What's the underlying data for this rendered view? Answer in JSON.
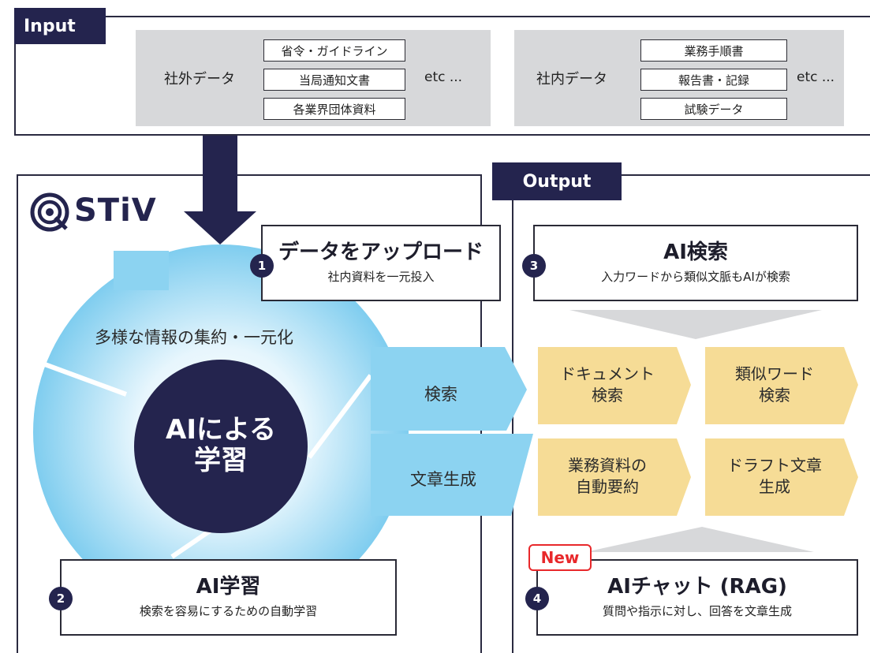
{
  "input": {
    "tab": "Input",
    "external": {
      "label": "社外データ",
      "items": [
        "省令・ガイドライン",
        "当局通知文書",
        "各業界団体資料"
      ],
      "etc": "etc ..."
    },
    "internal": {
      "label": "社内データ",
      "items": [
        "業務手順書",
        "報告書・記録",
        "試験データ"
      ],
      "etc": "etc ..."
    }
  },
  "stiv": {
    "logo_text": "STiV",
    "ring_label": "多様な情報の集約・一元化",
    "center_line1": "AIによる",
    "center_line2": "学習",
    "arrow_search": "検索",
    "arrow_generate": "文章生成"
  },
  "steps": [
    {
      "num": "1",
      "title": "データをアップロード",
      "sub": "社内資料を一元投入"
    },
    {
      "num": "2",
      "title": "AI学習",
      "sub": "検索を容易にするための自動学習"
    },
    {
      "num": "3",
      "title": "AI検索",
      "sub": "入力ワードから類似文脈もAIが検索"
    },
    {
      "num": "4",
      "title": "AIチャット (RAG)",
      "sub": "質問や指示に対し、回答を文章生成",
      "badge": "New"
    }
  ],
  "output": {
    "tab": "Output",
    "features": [
      {
        "line1": "ドキュメント",
        "line2": "検索"
      },
      {
        "line1": "類似ワード",
        "line2": "検索"
      },
      {
        "line1": "業務資料の",
        "line2": "自動要約"
      },
      {
        "line1": "ドラフト文章",
        "line2": "生成"
      }
    ]
  },
  "colors": {
    "navy": "#24244e",
    "light_blue": "#8cd3f1",
    "feature_yellow": "#f6dc96",
    "input_gray": "#d7d8da",
    "new_badge": "#e8282b"
  }
}
